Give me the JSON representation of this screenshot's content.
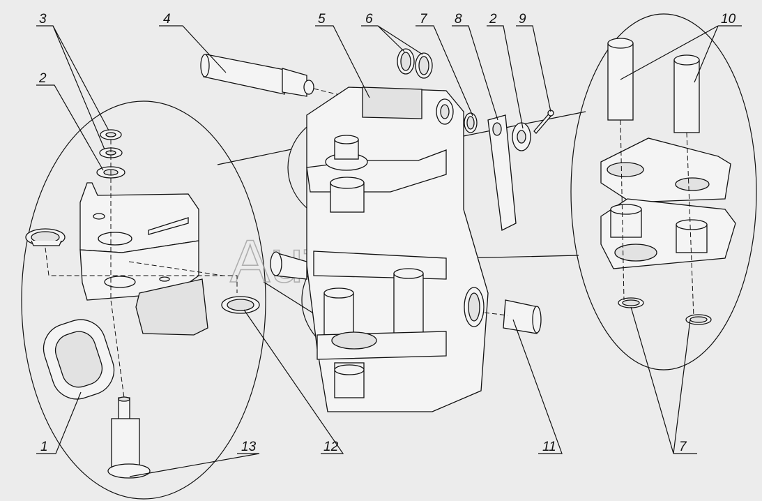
{
  "callouts": [
    {
      "id": "c3",
      "text": "3"
    },
    {
      "id": "c4",
      "text": "4"
    },
    {
      "id": "c5",
      "text": "5"
    },
    {
      "id": "c6",
      "text": "6"
    },
    {
      "id": "c7a",
      "text": "7"
    },
    {
      "id": "c8",
      "text": "8"
    },
    {
      "id": "c2a",
      "text": "2"
    },
    {
      "id": "c9",
      "text": "9"
    },
    {
      "id": "c10",
      "text": "10"
    },
    {
      "id": "c2b",
      "text": "2"
    },
    {
      "id": "c1",
      "text": "1"
    },
    {
      "id": "c13",
      "text": "13"
    },
    {
      "id": "c12",
      "text": "12"
    },
    {
      "id": "c11",
      "text": "11"
    },
    {
      "id": "c7b",
      "text": "7"
    }
  ],
  "watermark": "AutoSoft"
}
